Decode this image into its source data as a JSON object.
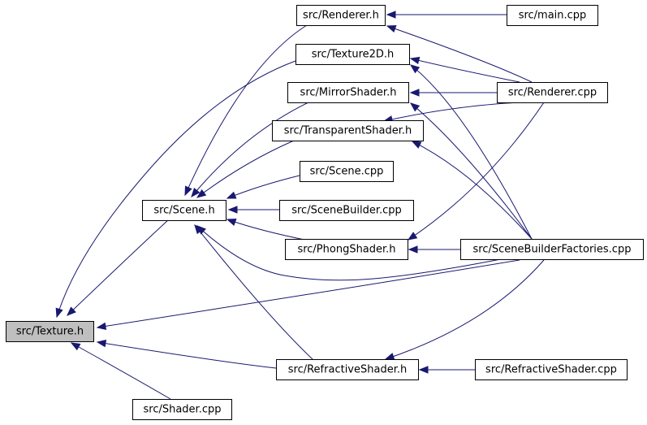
{
  "graph": {
    "edge_color": "#191970",
    "root_fill": "#bfbfbf",
    "nodes": [
      {
        "id": "texture_h",
        "label": "src/Texture.h",
        "root": true
      },
      {
        "id": "renderer_h",
        "label": "src/Renderer.h"
      },
      {
        "id": "main_cpp",
        "label": "src/main.cpp"
      },
      {
        "id": "texture2d_h",
        "label": "src/Texture2D.h"
      },
      {
        "id": "mirrorshader_h",
        "label": "src/MirrorShader.h"
      },
      {
        "id": "renderer_cpp",
        "label": "src/Renderer.cpp"
      },
      {
        "id": "transparentshader_h",
        "label": "src/TransparentShader.h"
      },
      {
        "id": "scene_cpp",
        "label": "src/Scene.cpp"
      },
      {
        "id": "scene_h",
        "label": "src/Scene.h"
      },
      {
        "id": "scenebuilder_cpp",
        "label": "src/SceneBuilder.cpp"
      },
      {
        "id": "phongshader_h",
        "label": "src/PhongShader.h"
      },
      {
        "id": "scenebuilderfactories_cpp",
        "label": "src/SceneBuilderFactories.cpp"
      },
      {
        "id": "refractiveshader_h",
        "label": "src/RefractiveShader.h"
      },
      {
        "id": "refractiveshader_cpp",
        "label": "src/RefractiveShader.cpp"
      },
      {
        "id": "shader_cpp",
        "label": "src/Shader.cpp"
      }
    ],
    "edges": [
      {
        "from": "texture2d_h",
        "to": "texture_h"
      },
      {
        "from": "scene_h",
        "to": "texture_h"
      },
      {
        "from": "scenebuilderfactories_cpp",
        "to": "texture_h"
      },
      {
        "from": "refractiveshader_h",
        "to": "texture_h"
      },
      {
        "from": "shader_cpp",
        "to": "texture_h"
      },
      {
        "from": "renderer_h",
        "to": "scene_h"
      },
      {
        "from": "mirrorshader_h",
        "to": "scene_h"
      },
      {
        "from": "transparentshader_h",
        "to": "scene_h"
      },
      {
        "from": "scene_cpp",
        "to": "scene_h"
      },
      {
        "from": "scenebuilder_cpp",
        "to": "scene_h"
      },
      {
        "from": "phongshader_h",
        "to": "scene_h"
      },
      {
        "from": "scenebuilderfactories_cpp",
        "to": "scene_h"
      },
      {
        "from": "refractiveshader_h",
        "to": "scene_h"
      },
      {
        "from": "main_cpp",
        "to": "renderer_h"
      },
      {
        "from": "renderer_cpp",
        "to": "renderer_h"
      },
      {
        "from": "renderer_cpp",
        "to": "texture2d_h"
      },
      {
        "from": "scenebuilderfactories_cpp",
        "to": "texture2d_h"
      },
      {
        "from": "renderer_cpp",
        "to": "mirrorshader_h"
      },
      {
        "from": "scenebuilderfactories_cpp",
        "to": "mirrorshader_h"
      },
      {
        "from": "renderer_cpp",
        "to": "transparentshader_h"
      },
      {
        "from": "scenebuilderfactories_cpp",
        "to": "transparentshader_h"
      },
      {
        "from": "renderer_cpp",
        "to": "phongshader_h"
      },
      {
        "from": "scenebuilderfactories_cpp",
        "to": "phongshader_h"
      },
      {
        "from": "scenebuilderfactories_cpp",
        "to": "refractiveshader_h"
      },
      {
        "from": "refractiveshader_cpp",
        "to": "refractiveshader_h"
      }
    ]
  }
}
